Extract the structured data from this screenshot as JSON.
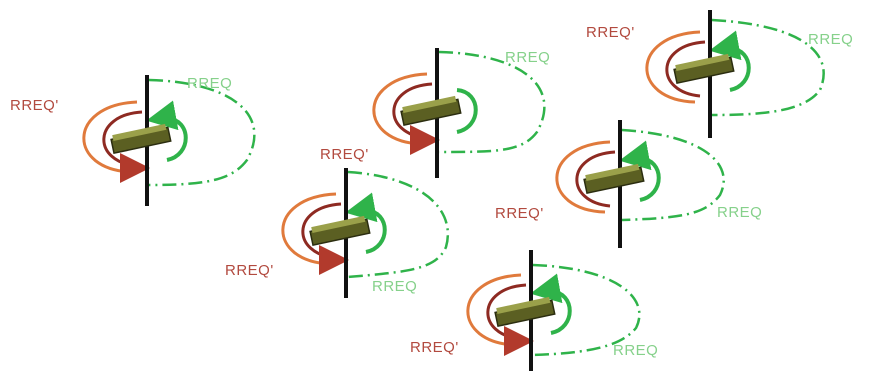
{
  "labels": {
    "reverse": "RREQ'",
    "forward": "RREQ"
  },
  "colors": {
    "pole": "#111111",
    "outer_reverse": "#e07a3c",
    "inner_reverse": "#8e2a22",
    "forward": "#2fb34a",
    "forward_label": "#86d18b",
    "reverse_label": "#b24a3f",
    "device_body": "#5b5f22",
    "device_top": "#9aa04a"
  },
  "icons": {
    "device": "router-device-icon",
    "pole": "antenna-pole-icon"
  },
  "node_count": 6
}
